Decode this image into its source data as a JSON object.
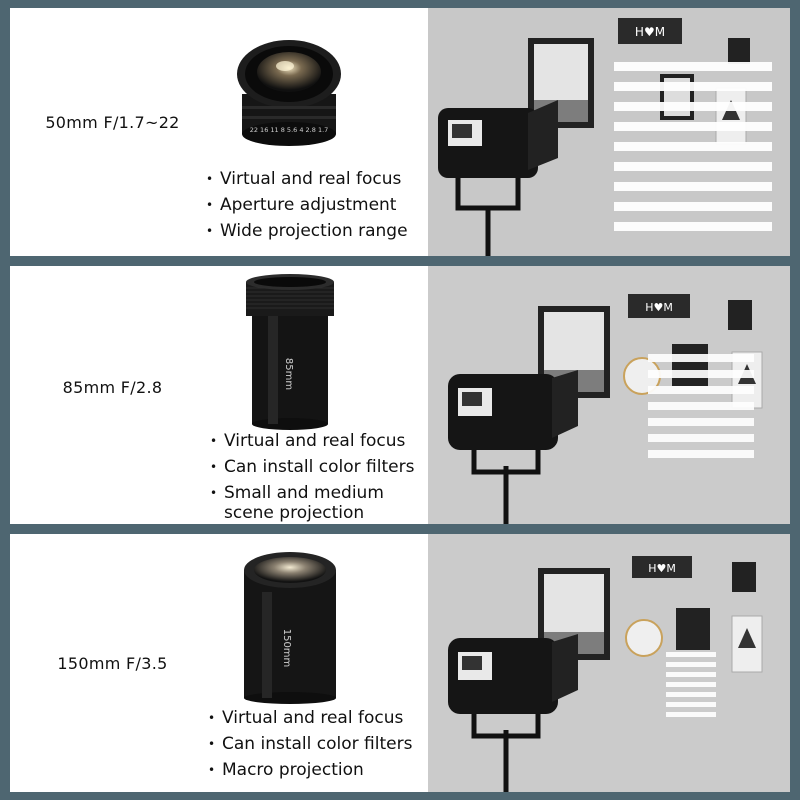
{
  "rows": [
    {
      "model": "50mm F/1.7~22",
      "lens_markings": [
        "22 16 11 8 5.6 4 2.8 1.7"
      ],
      "features": [
        "Virtual and real focus",
        "Aperture adjustment",
        "Wide projection range"
      ]
    },
    {
      "model": "85mm F/2.8",
      "lens_markings": [
        "85mm"
      ],
      "features": [
        "Virtual and real focus",
        "Can install color filters",
        "Small and medium scene projection"
      ]
    },
    {
      "model": "150mm F/3.5",
      "lens_markings": [
        "150mm"
      ],
      "features": [
        "Virtual and real focus",
        "Can install color filters",
        "Macro projection"
      ]
    }
  ],
  "photo_sign": "H♥M"
}
